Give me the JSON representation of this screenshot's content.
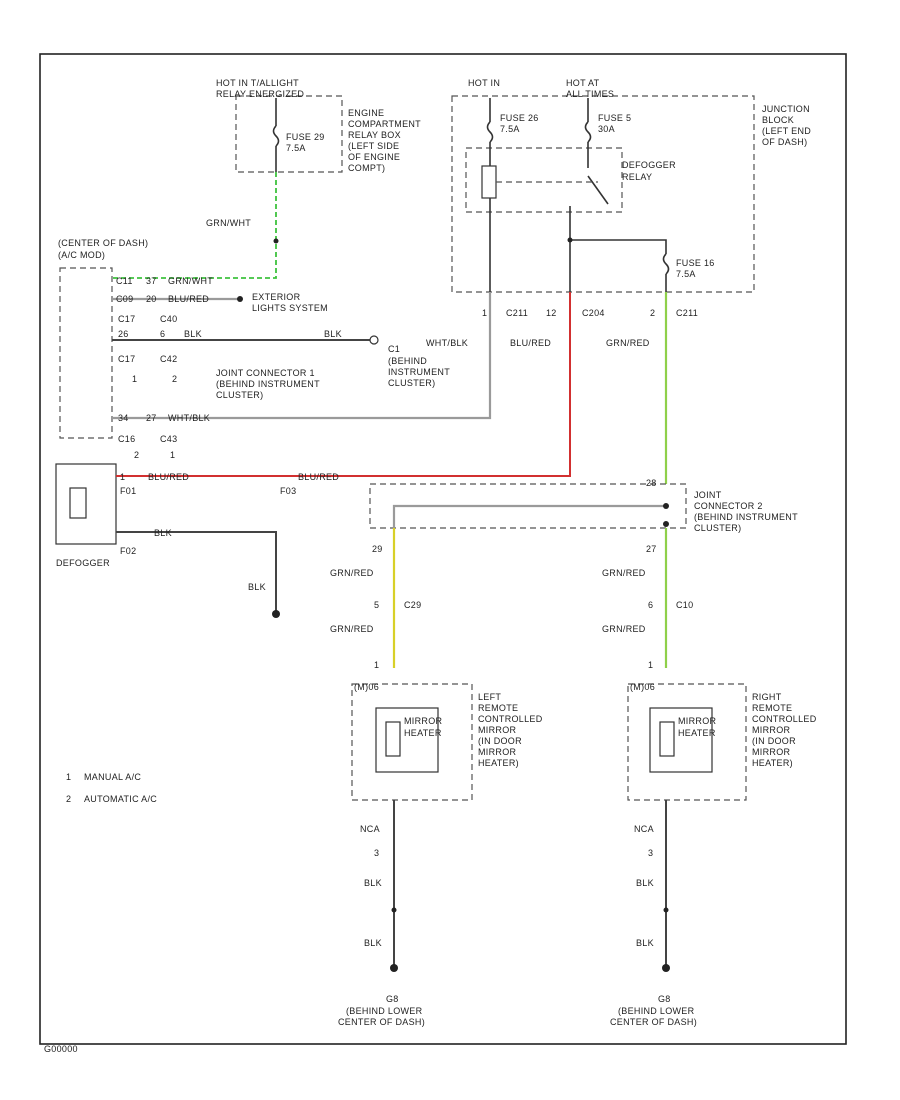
{
  "labels": {
    "hot_in_tail": "HOT IN T/ALLIGHT",
    "relay_energized": "RELAY ENERGIZED",
    "engine_box": [
      "ENGINE",
      "COMPARTMENT",
      "RELAY BOX",
      "(LEFT SIDE",
      "OF ENGINE",
      "COMPT)"
    ],
    "fuse_29": "FUSE 29",
    "fuse_29_rating": "7.5A",
    "grn_wht_top": "GRN/WHT",
    "hot_in": "HOT IN",
    "hot_at": "HOT AT",
    "all_times": "ALL TIMES",
    "fuse_26": "FUSE 26",
    "fuse_26_rating": "7.5A",
    "fuse_5": "FUSE 5",
    "fuse_5_rating": "30A",
    "defogger_relay": [
      "DEFOGGER",
      "RELAY"
    ],
    "junction_block": [
      "JUNCTION",
      "BLOCK",
      "(LEFT END",
      "OF DASH)"
    ],
    "fuse_16": "FUSE 16",
    "fuse_16_rating": "7.5A",
    "center_of_dash": "(CENTER OF DASH)",
    "hvac_module": "(A/C MOD)",
    "c11_pin": "C11",
    "c11_37": "37",
    "c11_wire": "GRN/WHT",
    "c09_pin": "C09",
    "c09_20": "20",
    "c09_wire": "BLU/RED",
    "exterior_lights": [
      "EXTERIOR",
      "LIGHTS SYSTEM"
    ],
    "c17": "C17",
    "c40": "C40",
    "c17_c42": "C17",
    "c42": "C42",
    "pin_26": "26",
    "pin_6": "6",
    "blk_1": "BLK",
    "blk_2": "BLK",
    "note_1": "1",
    "note_2": "2",
    "c1_pin": "C1",
    "behind_instrument": [
      "(BEHIND",
      "INSTRUMENT",
      "CLUSTER)"
    ],
    "joint_connector_1": [
      "JOINT CONNECTOR 1",
      "(BEHIND INSTRUMENT",
      "CLUSTER)"
    ],
    "wht_blk": "WHT/BLK",
    "pin_34": "34",
    "pin_27": "27",
    "wht_blk_2": "WHT/BLK",
    "c16": "C16",
    "c43": "C43",
    "c211_a": "C211",
    "c211_a_pin": "1",
    "pin_12": "12",
    "c204": "C204",
    "blu_red": "BLU/RED",
    "c211_b": "C211",
    "c211_b_pin": "2",
    "grn_red_top": "GRN/RED",
    "f01": "F01",
    "f03": "F03",
    "f02": "F02",
    "pin_2a": "2",
    "pin_1a": "1",
    "blu_red_2": "BLU/RED",
    "blu_red_3": "BLU/RED",
    "pin_f1": "1",
    "defogger": "DEFOGGER",
    "blk_f": "BLK",
    "blk_g": "BLK",
    "pin_28": "28",
    "joint_connector_2": [
      "JOINT",
      "CONNECTOR 2",
      "(BEHIND INSTRUMENT",
      "CLUSTER)"
    ],
    "pin_29": "29",
    "pin_27b": "27",
    "grn_red_l1": "GRN/RED",
    "grn_red_l2": "GRN/RED",
    "pin_5": "5",
    "c29": "C29",
    "grn_red_r1": "GRN/RED",
    "grn_red_r2": "GRN/RED",
    "pin_6b": "6",
    "c10": "C10",
    "pin_1l": "1",
    "pin_1r": "1",
    "mirror_l_code": "(M)06",
    "mirror_r_code": "(M)06",
    "mirror_heater": [
      "MIRROR",
      "HEATER"
    ],
    "left_mirror": [
      "LEFT",
      "REMOTE",
      "CONTROLLED",
      "MIRROR",
      "(IN DOOR",
      "MIRROR",
      "HEATER)"
    ],
    "right_mirror": [
      "RIGHT",
      "REMOTE",
      "CONTROLLED",
      "MIRROR",
      "(IN DOOR",
      "MIRROR",
      "HEATER)"
    ],
    "manual_ac": "MANUAL A/C",
    "automatic_ac": "AUTOMATIC A/C",
    "nca_l": "NCA",
    "nca_r": "NCA",
    "pin_3l": "3",
    "pin_3r": "3",
    "blk_l1": "BLK",
    "blk_l2": "BLK",
    "blk_r1": "BLK",
    "blk_r2": "BLK",
    "g8_l": "G8",
    "g8_r": "G8",
    "behind_lower_l": [
      "(BEHIND LOWER",
      "CENTER OF DASH)"
    ],
    "behind_lower_r": [
      "(BEHIND LOWER",
      "CENTER OF DASH)"
    ],
    "figure_code": "G00000"
  },
  "colors": {
    "wire_gray": "#9a9a9a",
    "wire_green": "#3ec23e",
    "wire_red": "#d23030",
    "wire_yellow": "#d8d028",
    "wire_yellow_green": "#8fd04a"
  }
}
